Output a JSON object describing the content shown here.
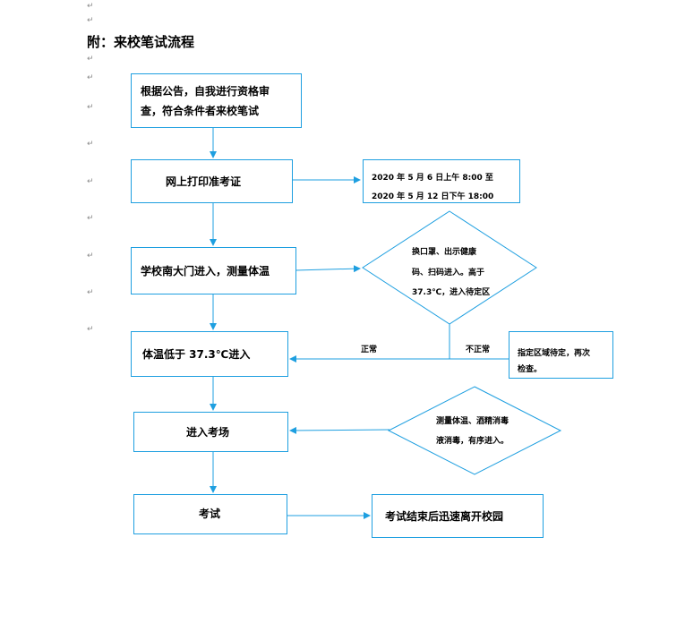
{
  "paragraph_mark": "↵",
  "heading": "附：来校笔试流程",
  "steps": {
    "s1_line1": "根据公告，自我进行资格审",
    "s1_line2": "查，符合条件者来校笔试",
    "s2": "网上打印准考证",
    "s3": "学校南大门进入，测量体温",
    "s4": "体温低于 37.3℃进入",
    "s5": "进入考场",
    "s6": "考试"
  },
  "side": {
    "time_line1": "2020 年 5 月 6 日上午 8:00 至",
    "time_line2": "2020 年 5 月 12 日下午 18:00",
    "check_line1": "换口罩、出示健康",
    "check_line2": "码、扫码进入。高于",
    "check_line3": "37.3℃，进入待定区",
    "wait_line1": "指定区域待定，再次",
    "wait_line2": "检查。",
    "disinfect_line1": "测量体温、酒精消毒",
    "disinfect_line2": "液消毒，有序进入。",
    "leave": "考试结束后迅速离开校园"
  },
  "labels": {
    "normal": "正常",
    "abnormal": "不正常"
  },
  "colors": {
    "accent": "#1e9fe0"
  }
}
